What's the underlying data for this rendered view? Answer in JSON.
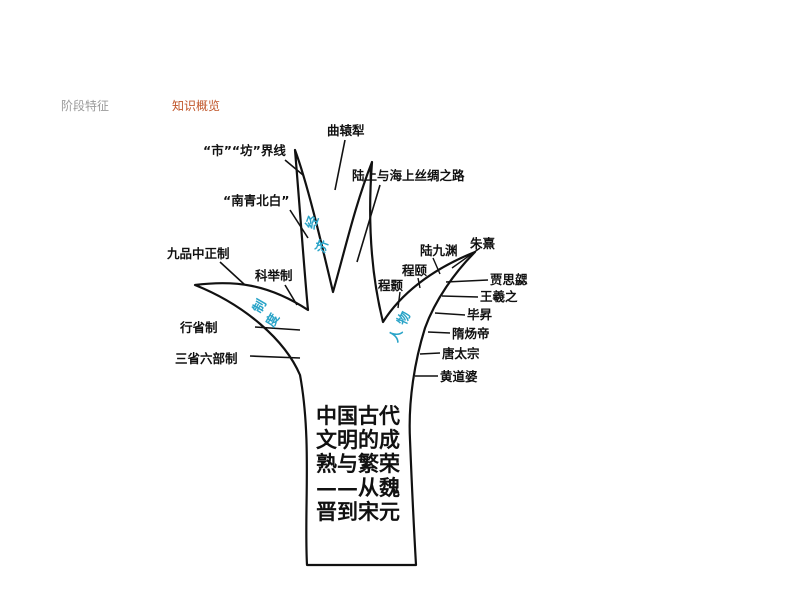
{
  "tabs": {
    "phase_features": "阶段特征",
    "overview": "知识概览"
  },
  "colors": {
    "category": "#2aa4c8",
    "active_tab": "#c0562a",
    "inactive_tab": "#9a9a9a"
  },
  "tree": {
    "title_lines": [
      "中国古代",
      "文明的成",
      "熟与繁荣",
      "——从魏",
      "晋到宋元"
    ],
    "categories": {
      "system": [
        "制",
        "度"
      ],
      "economy": [
        "经",
        "济"
      ],
      "people": [
        "人",
        "物"
      ]
    },
    "system_items": [
      "九品中正制",
      "科举制",
      "行省制",
      "三省六部制"
    ],
    "economy_items": [
      "曲辕犁",
      "“市”“坊”界线",
      "陆上与海上丝绸之路",
      "“南青北白”"
    ],
    "people_items": [
      "朱熹",
      "陆九渊",
      "程颐",
      "程颢",
      "贾思勰",
      "王羲之",
      "毕昇",
      "隋炀帝",
      "唐太宗",
      "黄道婆"
    ]
  }
}
